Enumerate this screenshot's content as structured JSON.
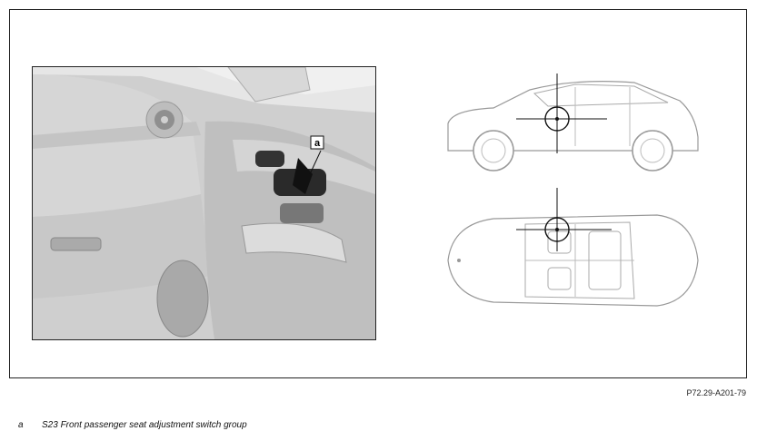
{
  "figure": {
    "callout_letter": "a",
    "figure_code": "P72.29-A201-79"
  },
  "legend": {
    "items": [
      {
        "letter": "a",
        "text": "S23 Front passenger seat adjustment switch group"
      }
    ]
  }
}
